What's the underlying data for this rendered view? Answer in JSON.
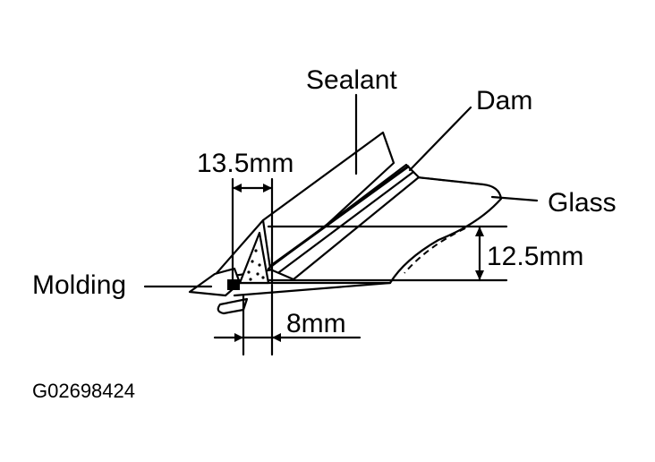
{
  "labels": {
    "sealant": "Sealant",
    "dam": "Dam",
    "glass": "Glass",
    "molding": "Molding",
    "dim_width": "13.5mm",
    "dim_height": "12.5mm",
    "dim_offset": "8mm",
    "figure_code": "G02698424"
  }
}
